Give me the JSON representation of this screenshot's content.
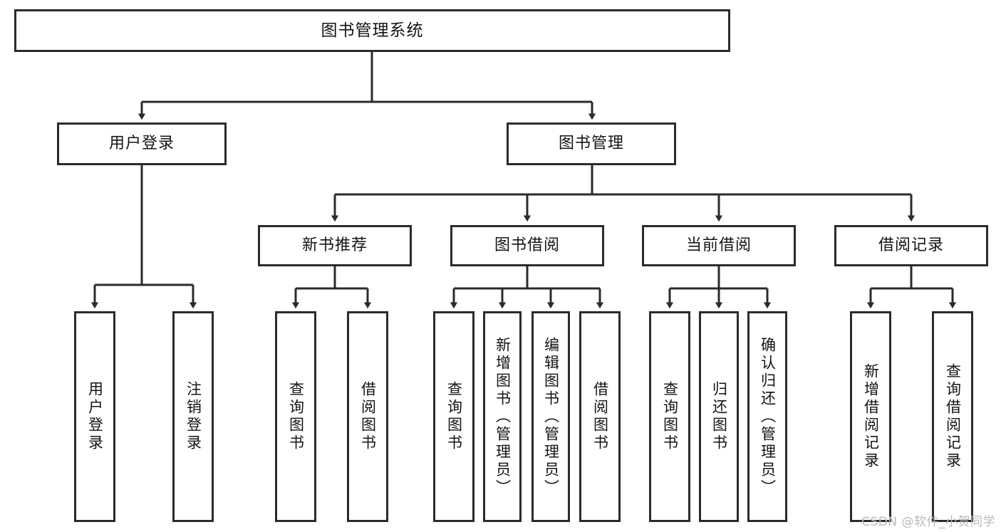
{
  "diagram": {
    "title": "图书管理系统",
    "type": "tree-hierarchy",
    "watermark": "CSDN @软件_小贺同学",
    "colors": {
      "box_border": "#2b2b2b",
      "box_fill": "#ffffff",
      "edge": "#2b2b2b",
      "text": "#141414",
      "background": "#ffffff",
      "watermark": "#b9b9b9"
    },
    "levels": {
      "root": "图书管理系统",
      "level2": [
        "用户登录",
        "图书管理"
      ],
      "level3": [
        "新书推荐",
        "图书借阅",
        "当前借阅",
        "借阅记录"
      ]
    },
    "nodes": {
      "root": {
        "label": "图书管理系统"
      },
      "user_login": {
        "label": "用户登录"
      },
      "book_manage": {
        "label": "图书管理"
      },
      "new_book_rec": {
        "label": "新书推荐"
      },
      "book_borrow": {
        "label": "图书借阅"
      },
      "current_borrow": {
        "label": "当前借阅"
      },
      "borrow_record": {
        "label": "借阅记录"
      },
      "leaf_user_login": {
        "label": "用户登录"
      },
      "leaf_logout": {
        "label": "注销登录"
      },
      "leaf_query_book_1": {
        "label": "查询图书"
      },
      "leaf_borrow_book_1": {
        "label": "借阅图书"
      },
      "leaf_query_book_2": {
        "label": "查询图书"
      },
      "leaf_add_book": {
        "label": "新增图书（管理员）"
      },
      "leaf_edit_book": {
        "label": "编辑图书（管理员）"
      },
      "leaf_borrow_book_2": {
        "label": "借阅图书"
      },
      "leaf_query_book_3": {
        "label": "查询图书"
      },
      "leaf_return_book": {
        "label": "归还图书"
      },
      "leaf_confirm_return": {
        "label": "确认归还（管理员）"
      },
      "leaf_add_record": {
        "label": "新增借阅记录"
      },
      "leaf_query_record": {
        "label": "查询借阅记录"
      }
    },
    "edges": [
      {
        "from": "root",
        "to": "user_login"
      },
      {
        "from": "root",
        "to": "book_manage"
      },
      {
        "from": "user_login",
        "to": "leaf_user_login"
      },
      {
        "from": "user_login",
        "to": "leaf_logout"
      },
      {
        "from": "book_manage",
        "to": "new_book_rec"
      },
      {
        "from": "book_manage",
        "to": "book_borrow"
      },
      {
        "from": "book_manage",
        "to": "current_borrow"
      },
      {
        "from": "book_manage",
        "to": "borrow_record"
      },
      {
        "from": "new_book_rec",
        "to": "leaf_query_book_1"
      },
      {
        "from": "new_book_rec",
        "to": "leaf_borrow_book_1"
      },
      {
        "from": "book_borrow",
        "to": "leaf_query_book_2"
      },
      {
        "from": "book_borrow",
        "to": "leaf_add_book"
      },
      {
        "from": "book_borrow",
        "to": "leaf_edit_book"
      },
      {
        "from": "book_borrow",
        "to": "leaf_borrow_book_2"
      },
      {
        "from": "current_borrow",
        "to": "leaf_query_book_3"
      },
      {
        "from": "current_borrow",
        "to": "leaf_return_book"
      },
      {
        "from": "current_borrow",
        "to": "leaf_confirm_return"
      },
      {
        "from": "borrow_record",
        "to": "leaf_add_record"
      },
      {
        "from": "borrow_record",
        "to": "leaf_query_record"
      }
    ]
  }
}
